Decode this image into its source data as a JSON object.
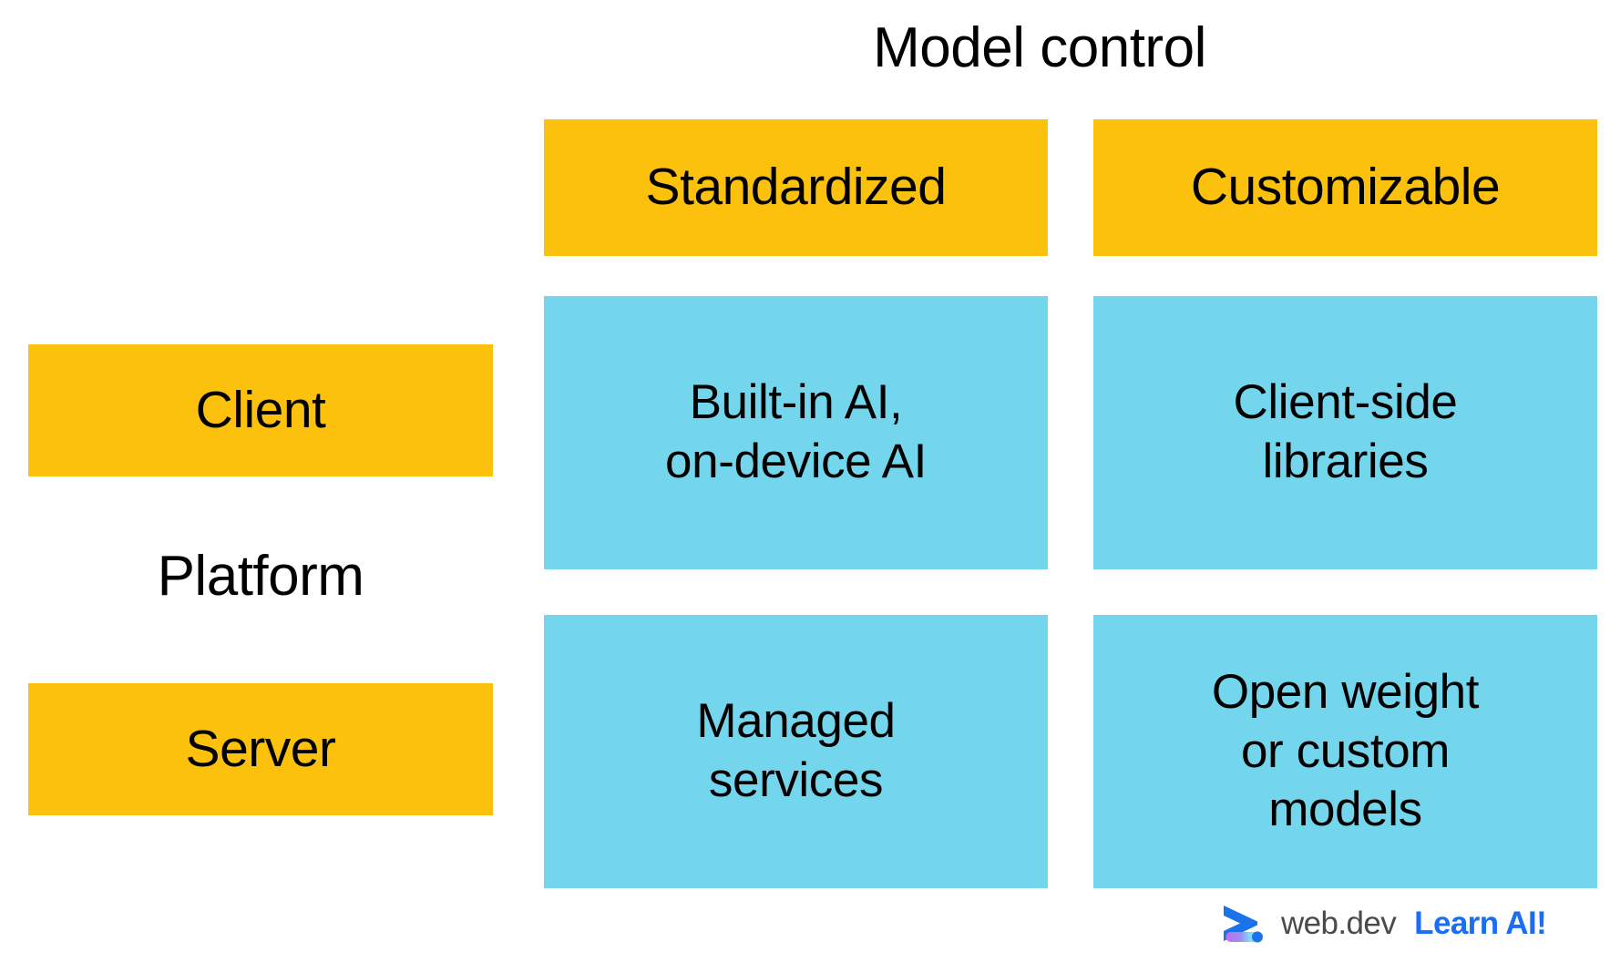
{
  "title": "Model control",
  "axis": {
    "row_axis_label": "Platform",
    "column_axis_label": "Model control"
  },
  "columns": [
    {
      "label": "Standardized"
    },
    {
      "label": "Customizable"
    }
  ],
  "rows": [
    {
      "label": "Client"
    },
    {
      "label": "Server"
    }
  ],
  "cells": [
    {
      "row": "Client",
      "column": "Standardized",
      "text": "Built-in AI,\non-device AI"
    },
    {
      "row": "Client",
      "column": "Customizable",
      "text": "Client-side\nlibraries"
    },
    {
      "row": "Server",
      "column": "Standardized",
      "text": "Managed\nservices"
    },
    {
      "row": "Server",
      "column": "Customizable",
      "text": "Open weight\nor custom\nmodels"
    }
  ],
  "footer": {
    "brand_name": "web.dev",
    "tagline": "Learn AI!",
    "logo_icon": "webdev-chevron-icon"
  },
  "colors": {
    "header_yellow": "#FBC10D",
    "cell_cyan": "#74D6EC",
    "background": "#FFFFFF",
    "text": "#000000",
    "brand_name_gray": "#4A4A4A",
    "tagline_blue": "#1A6EF5",
    "logo_blue": "#1A73E8",
    "logo_purple": "#C36CF0",
    "logo_cyan": "#7FDBF5"
  },
  "chart_data": {
    "type": "table",
    "title": "Model control",
    "xlabel": "Model control",
    "ylabel": "Platform",
    "categories": [
      "Standardized",
      "Customizable"
    ],
    "rows": [
      "Client",
      "Server"
    ],
    "values": [
      [
        "Built-in AI, on-device AI",
        "Client-side libraries"
      ],
      [
        "Managed services",
        "Open weight or custom models"
      ]
    ],
    "grid": false,
    "legend": "none"
  }
}
